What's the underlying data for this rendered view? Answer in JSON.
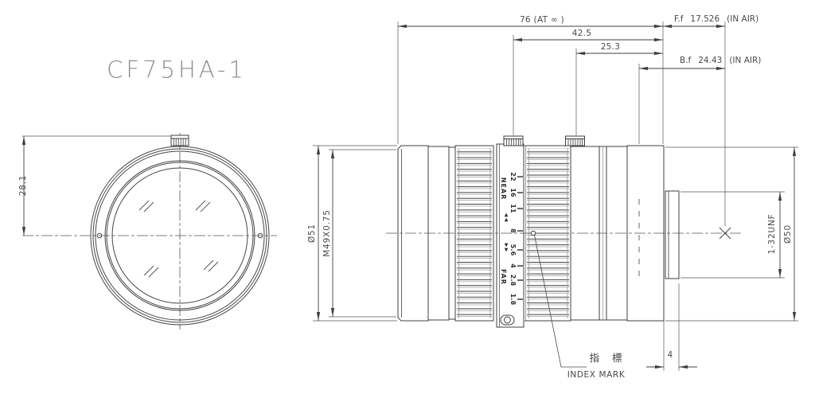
{
  "title": "CF75HA-1",
  "front_view": {
    "height_dim": "28.1"
  },
  "side_view": {
    "overall_length": "76 (AT ∞ )",
    "length_to_focus_knob": "42.5",
    "length_to_iris_knob": "25.3",
    "ff": {
      "label": "F.f",
      "value": "17.526",
      "suffix": "(IN AIR)"
    },
    "bf": {
      "label": "B.f",
      "value": "24.43",
      "suffix": "(IN AIR)"
    },
    "front_diameter": "Ø51",
    "filter_thread": "M49X0.75",
    "mount_thread": "1-32UNF",
    "rear_diameter": "Ø50",
    "mount_thread_length": "4"
  },
  "scale_band": {
    "apertures": [
      "22",
      "16",
      "11",
      "8",
      "5.6",
      "4",
      "2.8",
      "1.8"
    ],
    "near": "NEAR",
    "far": "FAR",
    "near_marker": "▲",
    "far_marker": "▼"
  },
  "index_mark": {
    "jp": "指 標",
    "en": "INDEX MARK"
  }
}
